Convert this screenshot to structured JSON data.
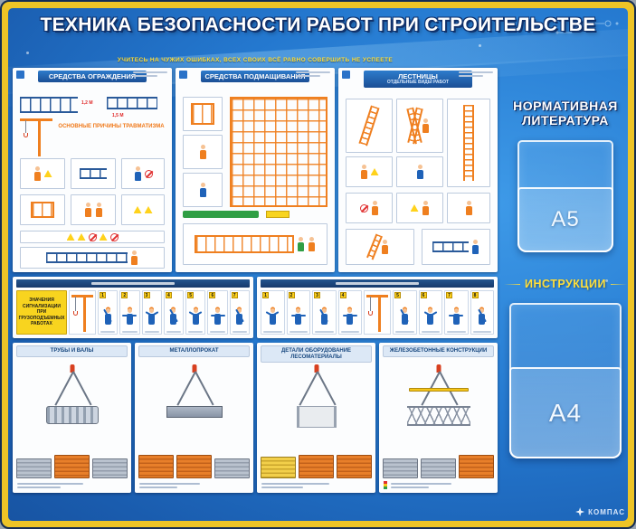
{
  "board": {
    "title": "ТЕХНИКА БЕЗОПАСНОСТИ РАБОТ ПРИ СТРОИТЕЛЬСТВЕ",
    "subtitle": "УЧИТЕСЬ НА ЧУЖИХ ОШИБКАХ, ВСЕХ СВОИХ ВСЁ РАВНО СОВЕРШИТЬ НЕ УСПЕЕТЕ"
  },
  "colors": {
    "frame_yellow": "#edc427",
    "background_blue": "#2478cf",
    "accent_orange": "#ef7f1f",
    "warning_yellow": "#f8d41f",
    "poster_header_blue": "#1b4e95"
  },
  "posters_top": [
    {
      "title": "СРЕДСТВА ОГРАЖДЕНИЯ",
      "causes_label": "ОСНОВНЫЕ ПРИЧИНЫ ТРАВМАТИЗМА",
      "dim1": "1,2 М",
      "dim2": "1,5 М"
    },
    {
      "title": "СРЕДСТВА ПОДМАЩИВАНИЯ"
    },
    {
      "title": "ЛЕСТНИЦЫ",
      "sub": "ОТДЕЛЬНЫЕ ВИДЫ РАБОТ"
    }
  ],
  "posters_signals": [
    {
      "note": "ЗНАЧЕНИЯ СИГНАЛИЗАЦИИ ПРИ ГРУЗОПОДЪЕМНЫХ РАБОТАХ",
      "figures": [
        "1",
        "2",
        "3",
        "4",
        "5",
        "6",
        "7"
      ]
    },
    {
      "figures": [
        "1",
        "2",
        "3",
        "4",
        "5",
        "6",
        "7",
        "8"
      ]
    }
  ],
  "posters_slinging": [
    {
      "title": "ТРУБЫ И ВАЛЫ"
    },
    {
      "title": "МЕТАЛЛОПРОКАТ"
    },
    {
      "title": "ДЕТАЛИ ОБОРУДОВАНИЕ ЛЕСОМАТЕРИАЛЫ"
    },
    {
      "title": "ЖЕЛЕЗОБЕТОННЫЕ КОНСТРУКЦИИ"
    }
  ],
  "side_panel": {
    "literature_line1": "НОРМАТИВНАЯ",
    "literature_line2": "ЛИТЕРАТУРА",
    "pocket_small_label": "А5",
    "instructions_label": "ИНСТРУКЦИИ",
    "pocket_large_label": "А4"
  },
  "footer": {
    "brand": "КОМПАС"
  }
}
